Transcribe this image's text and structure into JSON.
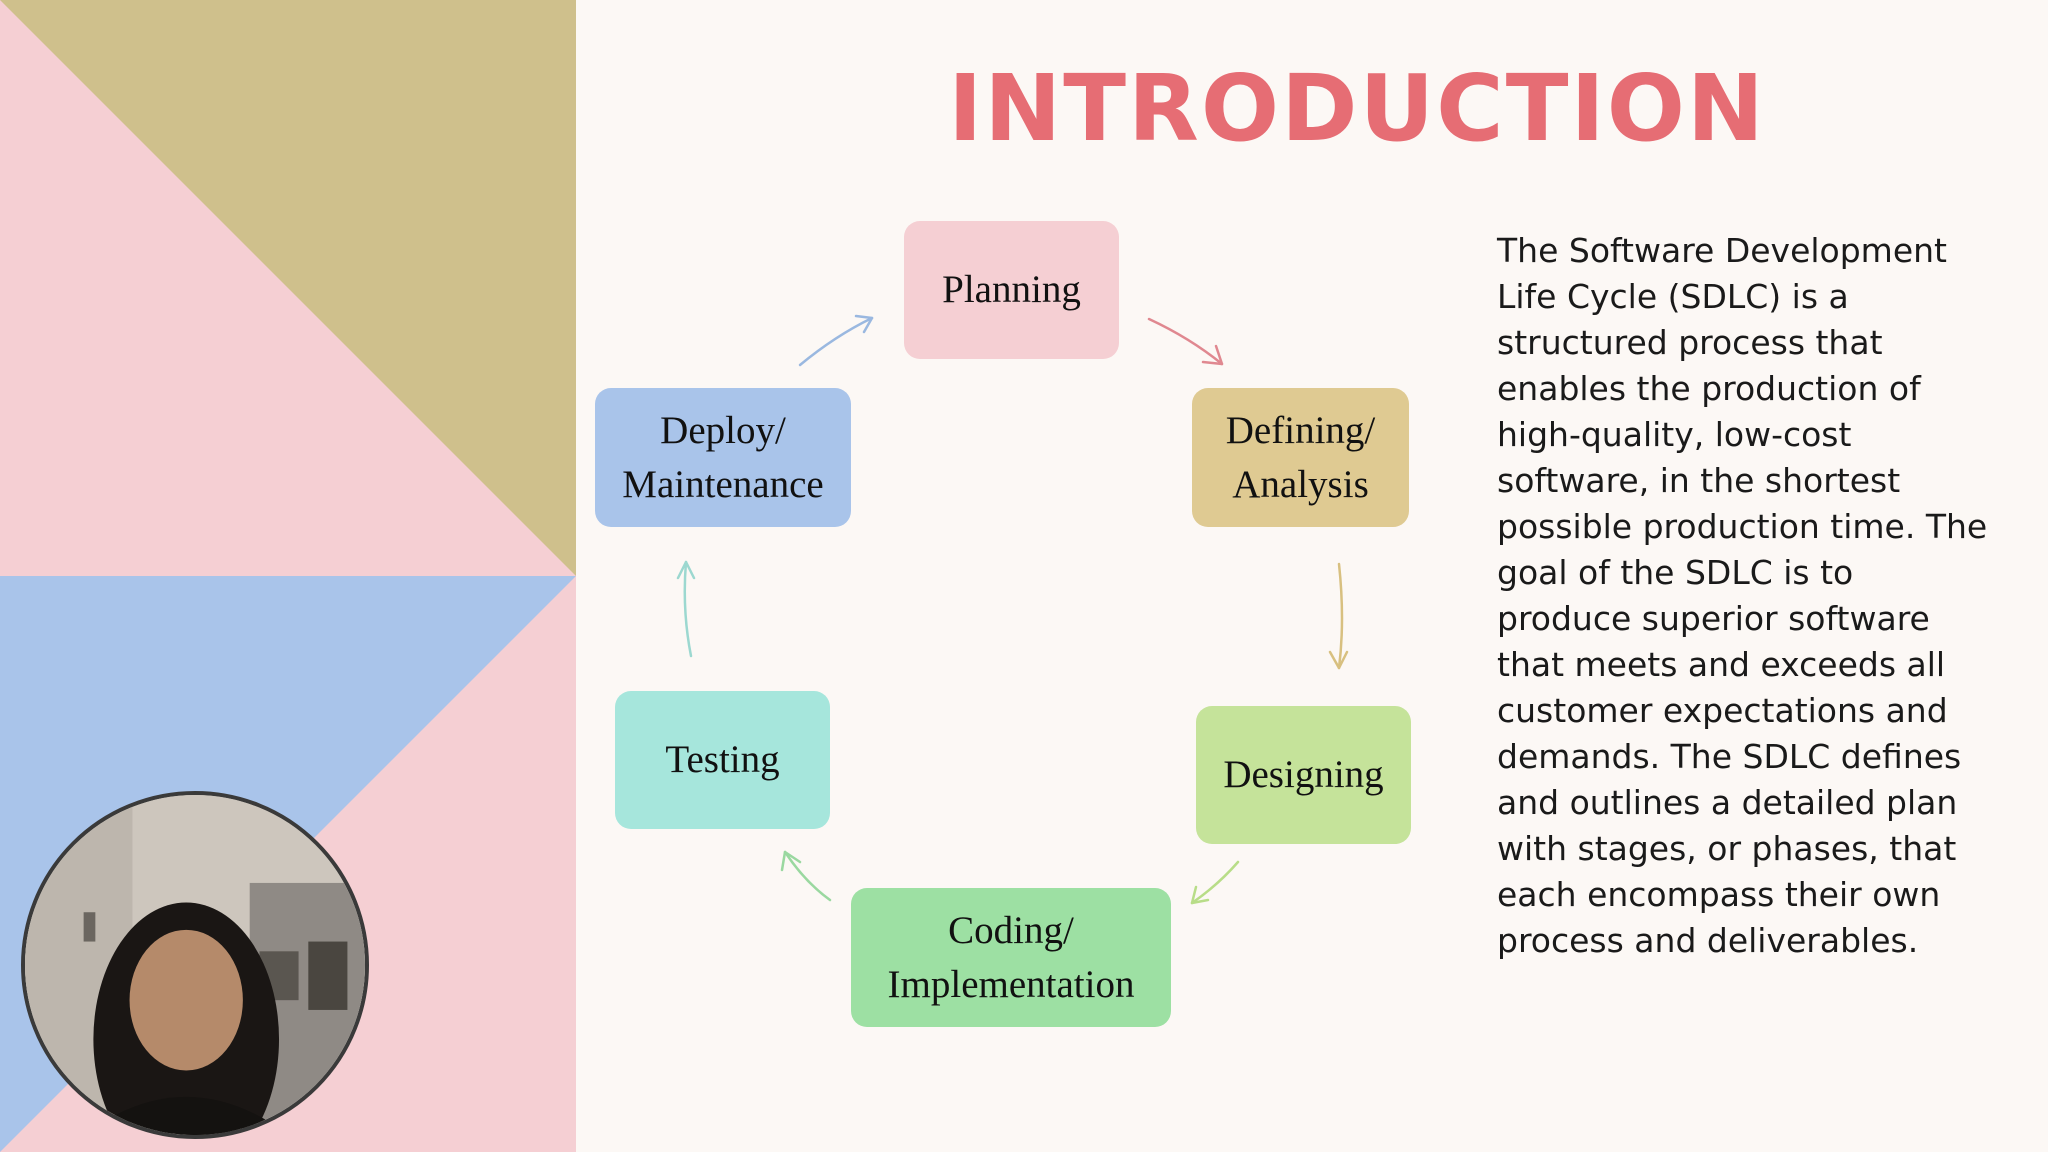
{
  "slide": {
    "title": "INTRODUCTION",
    "description": "The Software Development Life Cycle (SDLC) is a structured process that enables the production of high-quality, low-cost software, in the shortest possible production time. The goal of the SDLC is to produce superior software that meets and exceeds all customer expectations and demands. The SDLC defines and outlines a detailed plan with stages, or phases, that each encompass their own process and deliverables."
  },
  "cycle": {
    "stages": [
      {
        "label": "Planning",
        "color": "#f5cfd3"
      },
      {
        "label": "Defining/\nAnalysis",
        "color": "#dfca92"
      },
      {
        "label": "Designing",
        "color": "#c5e39a"
      },
      {
        "label": "Coding/\nImplementation",
        "color": "#9de0a3"
      },
      {
        "label": "Testing",
        "color": "#a6e6dc"
      },
      {
        "label": "Deploy/\nMaintenance",
        "color": "#a9c4ea"
      }
    ],
    "arrow_colors": [
      "#e08890",
      "#d8c080",
      "#b8dd88",
      "#9ad8a0",
      "#9cd8d0",
      "#9ab8e0"
    ]
  },
  "theme": {
    "title_color": "#e66d74",
    "background": "#fcf8f5",
    "panel_colors": [
      "#f5cfd3",
      "#cfc08c",
      "#a9c4ea"
    ]
  }
}
